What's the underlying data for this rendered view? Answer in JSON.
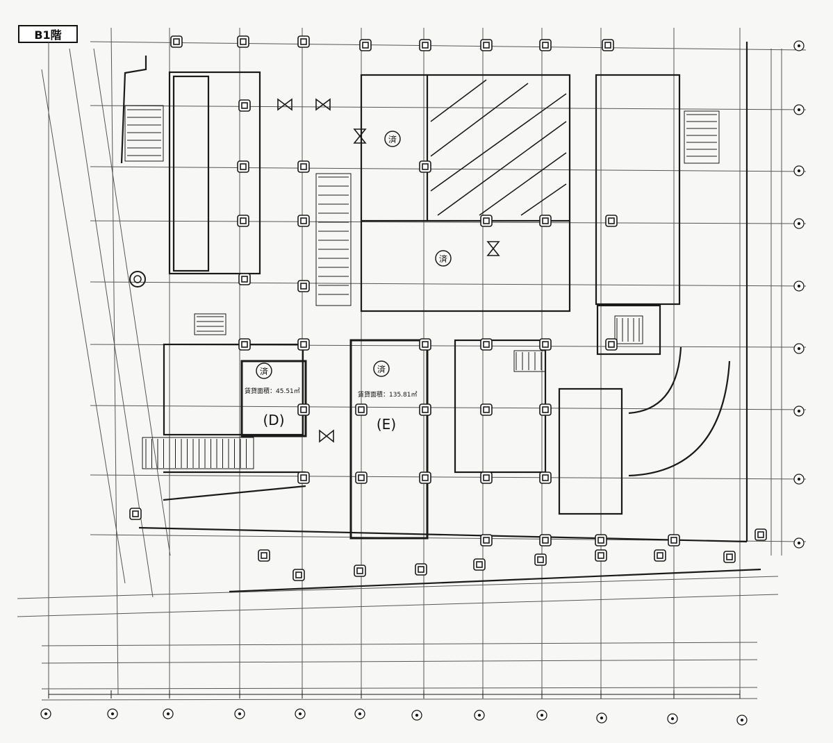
{
  "floor_label": "B1階",
  "rooms": {
    "d": {
      "label": "(D)",
      "area_text": "賃貸面積：45.51㎡",
      "badge": "済"
    },
    "e": {
      "label": "(E)",
      "area_text": "賃貸面積：135.81㎡",
      "badge": "済"
    },
    "upper_left": {
      "badge": "済"
    },
    "center": {
      "badge": "済"
    }
  },
  "colors": {
    "line": "#1a1a1a",
    "paper": "#f7f7f5",
    "grid": "#3a3a3a"
  }
}
